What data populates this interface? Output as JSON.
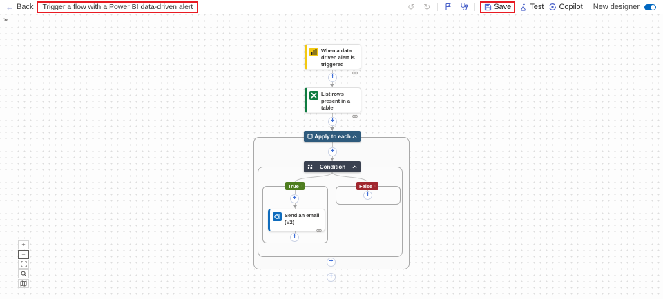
{
  "topbar": {
    "back_label": "Back",
    "flow_title": "Trigger a flow with a Power BI data-driven alert",
    "save_label": "Save",
    "test_label": "Test",
    "copilot_label": "Copilot",
    "new_designer_label": "New designer",
    "new_designer_toggle": "on"
  },
  "symbols": {
    "back_arrow": "←",
    "undo": "↺",
    "redo": "↻",
    "expand": "»",
    "plus": "+",
    "zoom_in": "+",
    "zoom_out": "−"
  },
  "flow": {
    "trigger": "When a data driven alert is triggered",
    "list_rows": "List rows present in a table",
    "apply_to_each": "Apply to each",
    "condition": "Condition",
    "true_branch": "True",
    "false_branch": "False",
    "send_email": "Send an email (V2)"
  },
  "colors": {
    "powerbi_yellow": "#f2c811",
    "excel_green": "#107c41",
    "outlook_blue": "#0f6cbd",
    "apply_header": "#2e5a7c",
    "condition_header": "#3a4150",
    "true_badge": "#4e7d1f",
    "false_badge": "#a1262e",
    "annotation_red": "#e81b23",
    "toggle_blue": "#0067c0",
    "icon_blue": "#4a62c9"
  }
}
